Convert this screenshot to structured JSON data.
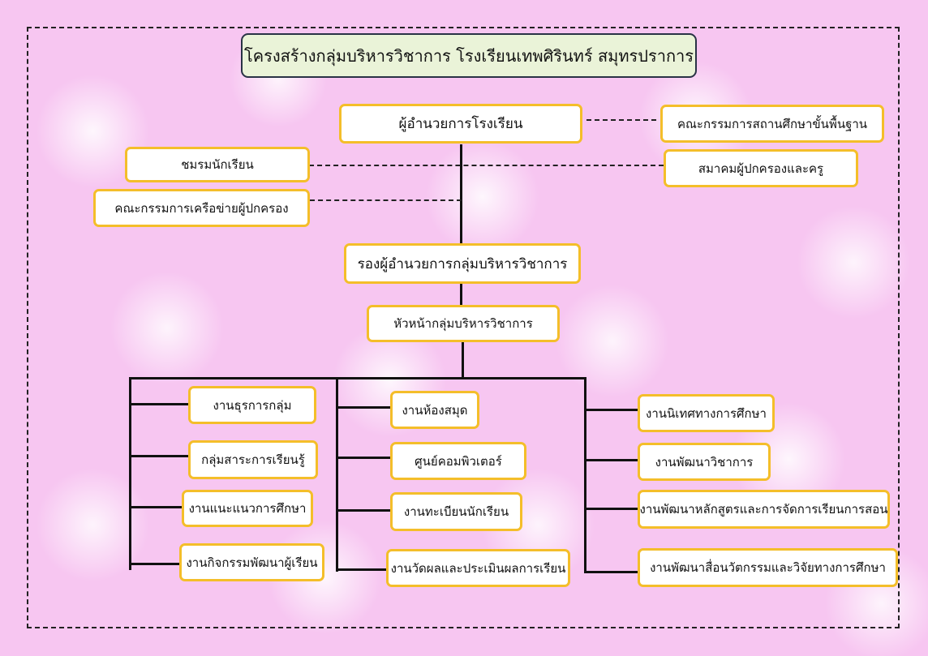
{
  "title": "โครงสร้างกลุ่มบริหารวิชาการ โรงเรียนเทพศิรินทร์ สมุทรปราการ",
  "director": "ผู้อำนวยการโรงเรียน",
  "side_boxes": {
    "basic_education_committee": "คณะกรรมการสถานศึกษาขั้นพื้นฐาน",
    "student_club": "ชมรมนักเรียน",
    "parent_teacher_association": "สมาคมผู้ปกครองและครู",
    "parent_network_committee": "คณะกรรมการเครือข่ายผู้ปกครอง"
  },
  "deputy_director": "รองผู้อำนวยการกลุ่มบริหารวิชาการ",
  "head": "หัวหน้ากลุ่มบริหารวิชาการ",
  "columns": [
    [
      "งานธุรการกลุ่ม",
      "กลุ่มสาระการเรียนรู้",
      "งานแนะแนวการศึกษา",
      "งานกิจกรรมพัฒนาผู้เรียน"
    ],
    [
      "งานห้องสมุด",
      "ศูนย์คอมพิวเตอร์",
      "งานทะเบียนนักเรียน",
      "งานวัดผลและประเมินผลการเรียน"
    ],
    [
      "งานนิเทศทางการศึกษา",
      "งานพัฒนาวิชาการ",
      "งานพัฒนาหลักสูตรและการจัดการเรียนการสอน",
      "งานพัฒนาสื่อนวัตกรรมและวิจัยทางการศึกษา"
    ]
  ]
}
